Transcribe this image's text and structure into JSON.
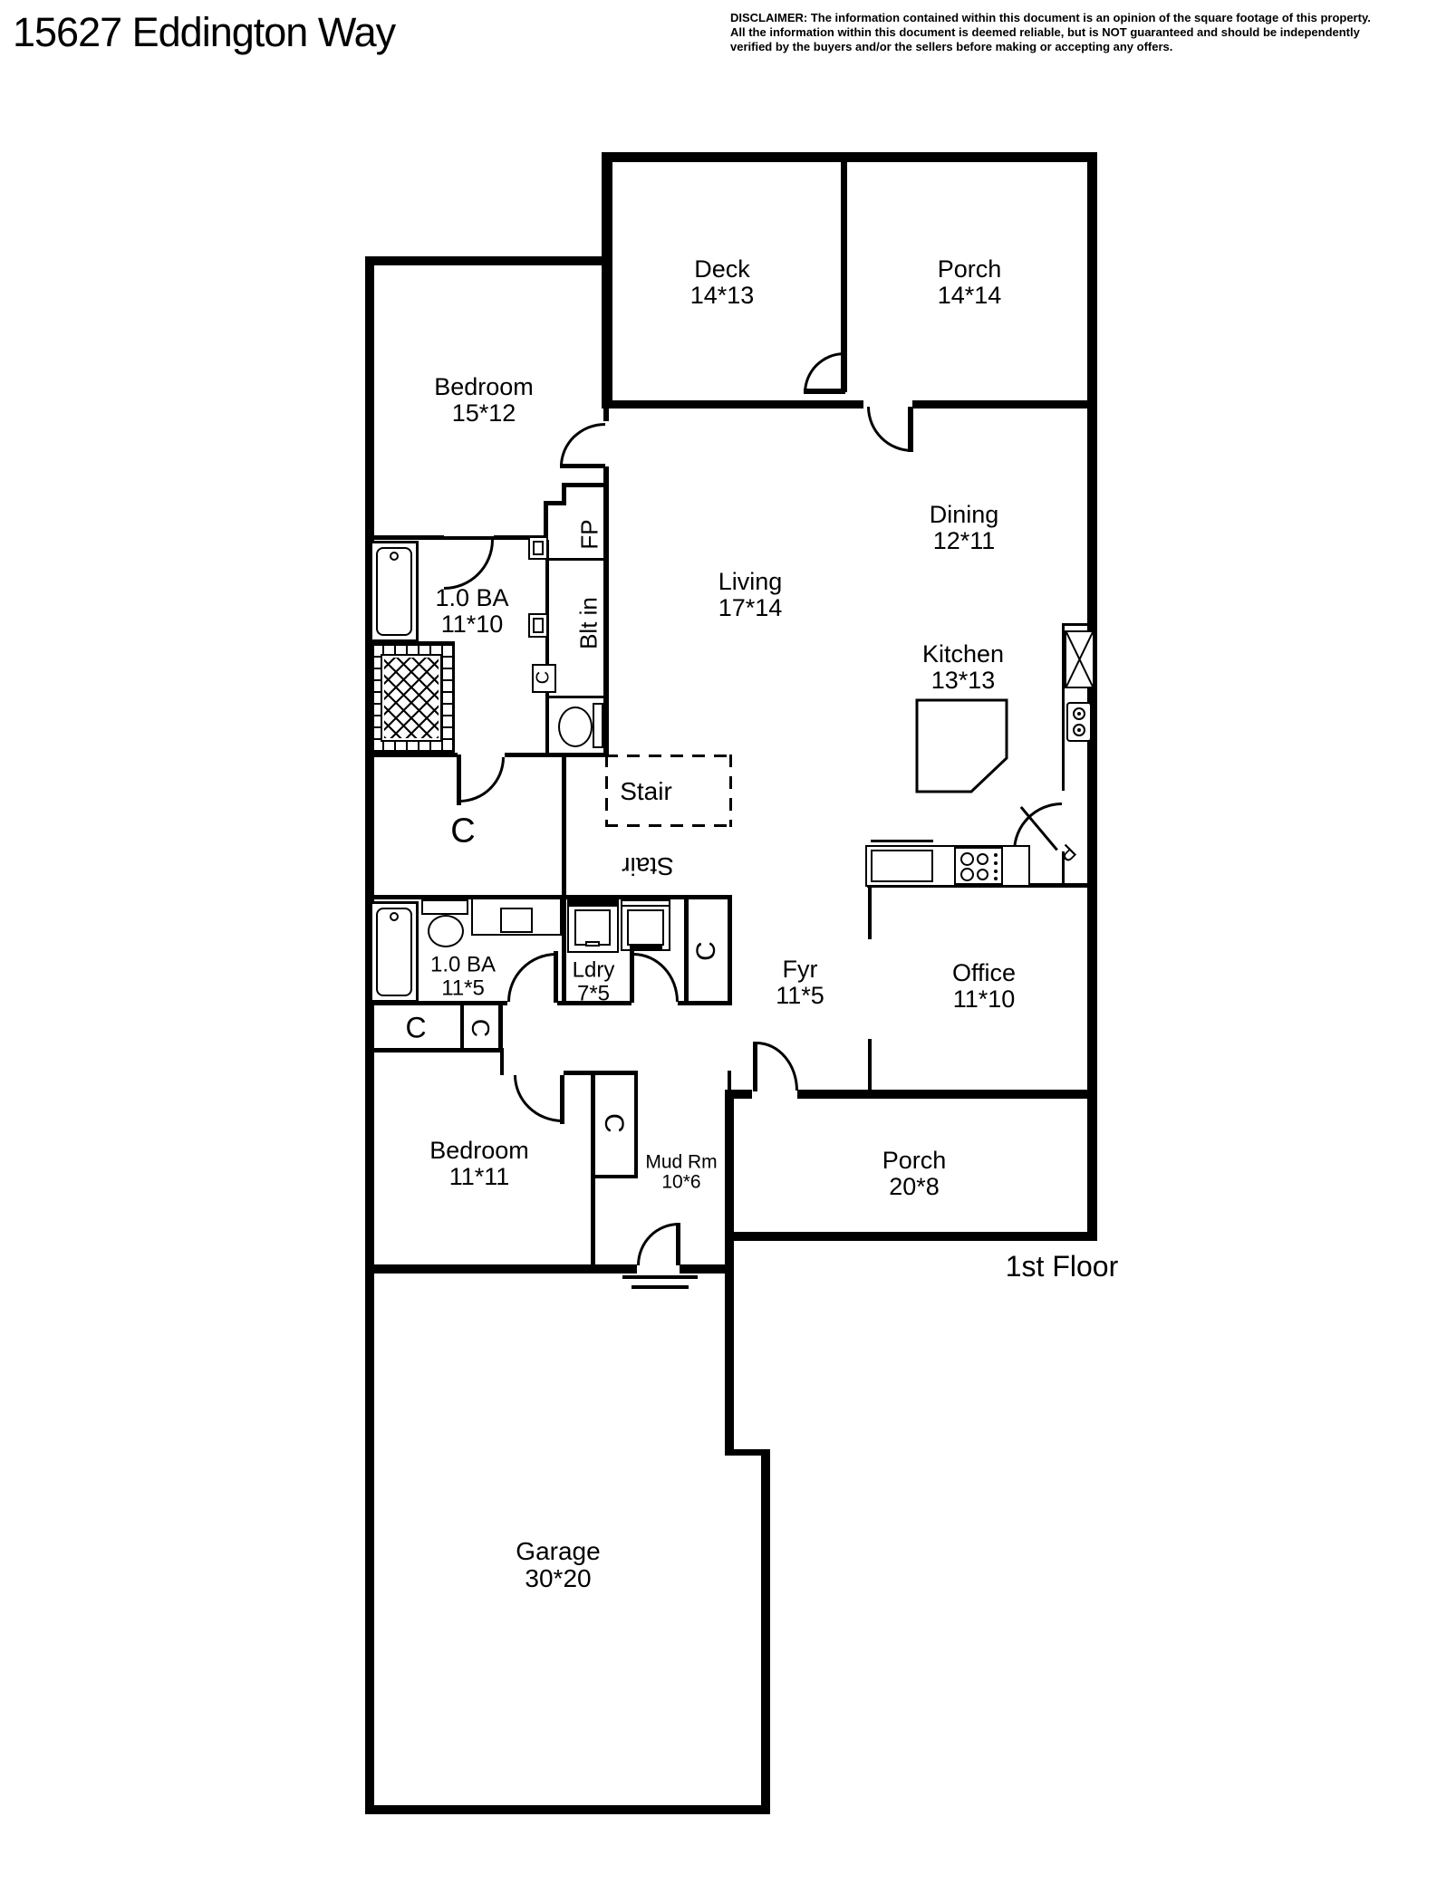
{
  "header": {
    "title": "15627 Eddington Way",
    "disclaimer": {
      "line1": "DISCLAIMER: The information contained within this document is an opinion of the square footage of this property.",
      "line2": "All the information within this document is deemed reliable, but is NOT guaranteed and should be independently",
      "line3": "verified by the buyers and/or the sellers before making or accepting any offers."
    }
  },
  "floor_label": "1st Floor",
  "rooms": {
    "deck": {
      "name": "Deck",
      "dims": "14*13"
    },
    "porch_top": {
      "name": "Porch",
      "dims": "14*14"
    },
    "bedroom1": {
      "name": "Bedroom",
      "dims": "15*12"
    },
    "living": {
      "name": "Living",
      "dims": "17*14"
    },
    "dining": {
      "name": "Dining",
      "dims": "12*11"
    },
    "kitchen": {
      "name": "Kitchen",
      "dims": "13*13"
    },
    "bath1": {
      "name": "1.0 BA",
      "dims": "11*10"
    },
    "bath2": {
      "name": "1.0 BA",
      "dims": "11*5"
    },
    "laundry": {
      "name": "Ldry",
      "dims": "7*5"
    },
    "foyer": {
      "name": "Fyr",
      "dims": "11*5"
    },
    "office": {
      "name": "Office",
      "dims": "11*10"
    },
    "bedroom2": {
      "name": "Bedroom",
      "dims": "11*11"
    },
    "mudroom": {
      "name": "Mud Rm",
      "dims": "10*6"
    },
    "porch_bottom": {
      "name": "Porch",
      "dims": "20*8"
    },
    "garage": {
      "name": "Garage",
      "dims": "30*20"
    },
    "stair": {
      "name": "Stair"
    }
  },
  "annotations": {
    "fireplace": "FP",
    "built_in": "Blt in",
    "closet": "C",
    "closet_small": "C",
    "pantry": "P",
    "stair_flipped": "Stair"
  },
  "colors": {
    "line": "#000000",
    "background": "#ffffff"
  }
}
